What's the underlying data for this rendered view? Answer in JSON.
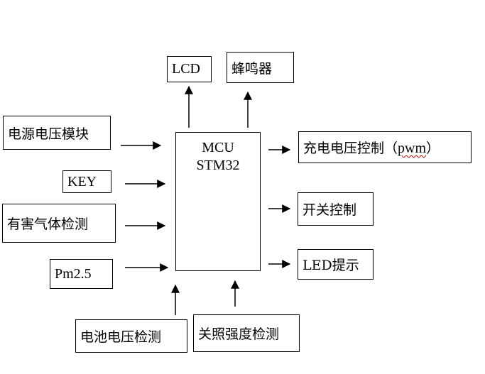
{
  "mcu": {
    "line1": "MCU",
    "line2": "STM32"
  },
  "outputs_top": {
    "lcd": "LCD",
    "buzzer": "蜂鸣器"
  },
  "inputs_left": {
    "power_module": "电源电压模块",
    "key": "KEY",
    "gas_detect": "有害气体检测",
    "pm25": "Pm2.5"
  },
  "outputs_right": {
    "charge_prefix": "充电电压控制（",
    "charge_pwm": "pwm",
    "charge_suffix": "）",
    "switch_control": "开关控制",
    "led_indicator": "LED提示"
  },
  "inputs_bottom": {
    "battery_detect": "电池电压检测",
    "light_detect": "关照强度检测"
  }
}
